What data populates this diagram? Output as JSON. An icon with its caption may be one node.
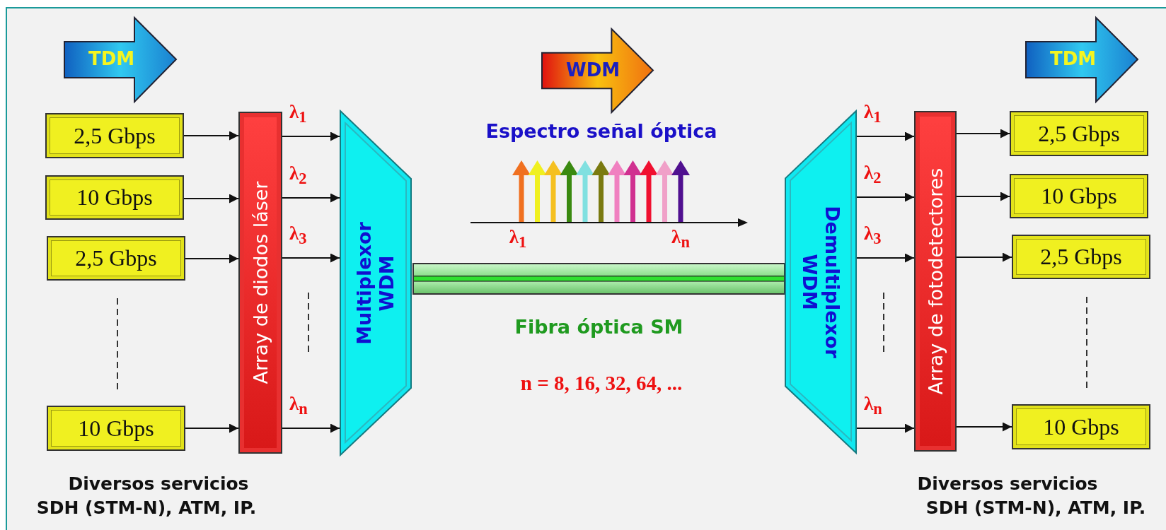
{
  "diagram": {
    "nodes": [
      {
        "text": [
          "TDM"
        ]
      },
      {
        "text": [
          "WDM"
        ]
      },
      {
        "text": [
          "TDM"
        ]
      },
      {
        "text": [
          "2,5 Gbps"
        ]
      },
      {
        "text": [
          "10 Gbps"
        ]
      },
      {
        "text": [
          "2,5 Gbps"
        ]
      },
      {
        "text": [
          "10 Gbps"
        ]
      },
      {
        "text": [
          "Array de diodos láser"
        ]
      },
      {
        "text": [
          "Multiplexor WDM"
        ]
      },
      {
        "text": [],
        "shape": "bar",
        "beside": [
          "Fibra óptica SM"
        ]
      },
      {
        "text": [
          "Demultiplexor WDM"
        ]
      },
      {
        "text": [
          "Array de fotodetectores"
        ]
      },
      {
        "text": [
          "2,5 Gbps"
        ]
      },
      {
        "text": [
          "10 Gbps"
        ]
      },
      {
        "text": [
          "2,5 Gbps"
        ]
      },
      {
        "text": [
          "10 Gbps"
        ]
      }
    ],
    "edges": [
      {
        "from": 3,
        "to": 7,
        "arrow": "to"
      },
      {
        "from": 4,
        "to": 7,
        "arrow": "to"
      },
      {
        "from": 5,
        "to": 7,
        "arrow": "to"
      },
      {
        "from": 6,
        "to": 7,
        "arrow": "to"
      },
      {
        "from": 7,
        "to": 8,
        "arrow": "to",
        "label": "λ$_{1}$"
      },
      {
        "from": 7,
        "to": 8,
        "arrow": "to",
        "label": "λ$_{2}$"
      },
      {
        "from": 7,
        "to": 8,
        "arrow": "to",
        "label": "λ$_{3}$"
      },
      {
        "from": 7,
        "to": 8,
        "arrow": "to",
        "label": "λ$_{n}$"
      },
      {
        "from": 10,
        "to": 11,
        "arrow": "to",
        "label": "λ$_{1}$"
      },
      {
        "from": 10,
        "to": 11,
        "arrow": "to",
        "label": "λ$_{2}$"
      },
      {
        "from": 10,
        "to": 11,
        "arrow": "to",
        "label": "λ$_{3}$"
      },
      {
        "from": 10,
        "to": 11,
        "arrow": "to",
        "label": "λ$_{n}$"
      },
      {
        "from": 11,
        "to": 12,
        "arrow": "to"
      },
      {
        "from": 11,
        "to": 13,
        "arrow": "to"
      },
      {
        "from": 11,
        "to": 14,
        "arrow": "to"
      },
      {
        "from": 11,
        "to": 15,
        "arrow": "to"
      }
    ],
    "labels": [
      "Espectro señal óptica",
      "λ$_{1}$",
      "λ$_{n}$",
      "n = 8, 16, 32, 64, ...",
      "Diversos servicios",
      "SDH (STM-N), ATM, IP.",
      "Diversos servicios",
      "SDH (STM-N), ATM, IP."
    ]
  }
}
